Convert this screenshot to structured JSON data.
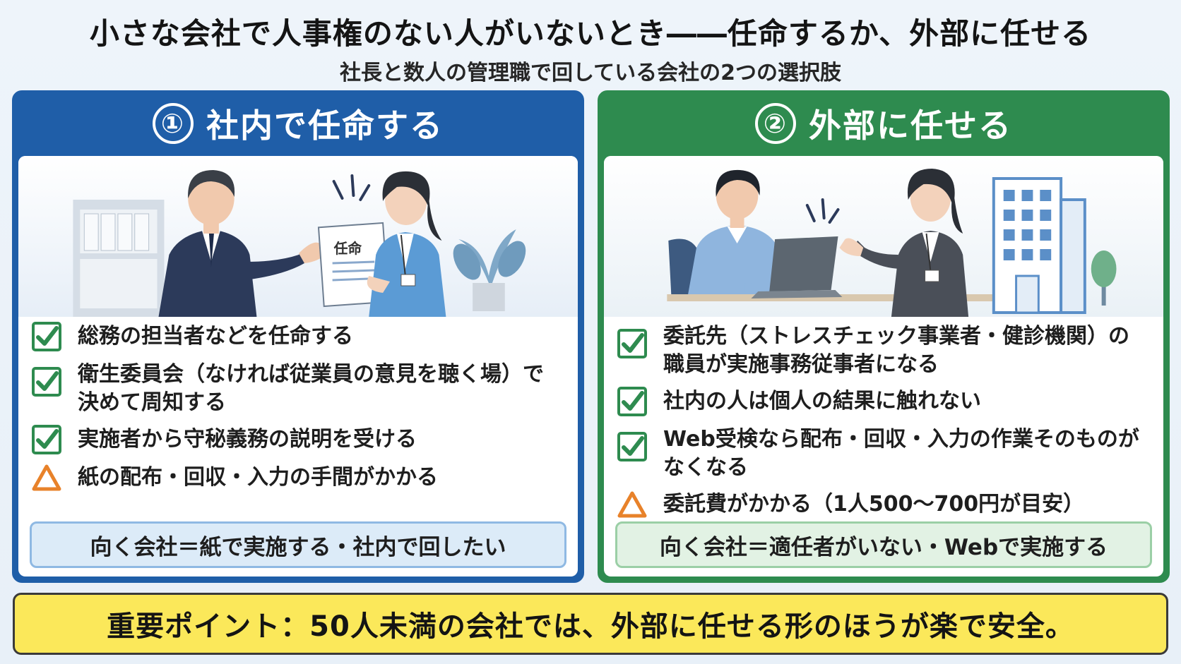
{
  "title": "小さな会社で人事権のない人がいないとき――任命するか、外部に任せる",
  "subtitle": "社長と数人の管理職で回している会社の2つの選択肢",
  "colors": {
    "left_accent": "#1f5ea8",
    "right_accent": "#2e8b4f",
    "check": "#2e8b4f",
    "warning": "#e8822a",
    "point_bg": "#fbe85a"
  },
  "left": {
    "number": "①",
    "title": "社内で任命する",
    "document_label": "任命",
    "items": [
      {
        "icon": "check-icon",
        "text": "総務の担当者などを任命する"
      },
      {
        "icon": "check-icon",
        "text": "衛生委員会（なければ従業員の意見を聴く場）で",
        "text2": "決めて周知する"
      },
      {
        "icon": "check-icon",
        "text": "実施者から守秘義務の説明を受ける"
      },
      {
        "icon": "warning-icon",
        "text": "紙の配布・回収・入力の手間がかかる"
      }
    ],
    "fit": "向く会社＝紙で実施する・社内で回したい"
  },
  "right": {
    "number": "②",
    "title": "外部に任せる",
    "items": [
      {
        "icon": "check-icon",
        "text": "委託先（ストレスチェック事業者・健診機関）の",
        "text2": "職員が実施事務従事者になる"
      },
      {
        "icon": "check-icon",
        "text": "社内の人は個人の結果に触れない"
      },
      {
        "icon": "check-icon",
        "text": "Web受検なら配布・回収・入力の作業そのものが",
        "text2": "なくなる"
      },
      {
        "icon": "warning-icon",
        "text": "委託費がかかる（1人500～700円が目安）"
      }
    ],
    "fit": "向く会社＝適任者がいない・Webで実施する"
  },
  "point": "重要ポイント：50人未満の会社では、外部に任せる形のほうが楽で安全。"
}
